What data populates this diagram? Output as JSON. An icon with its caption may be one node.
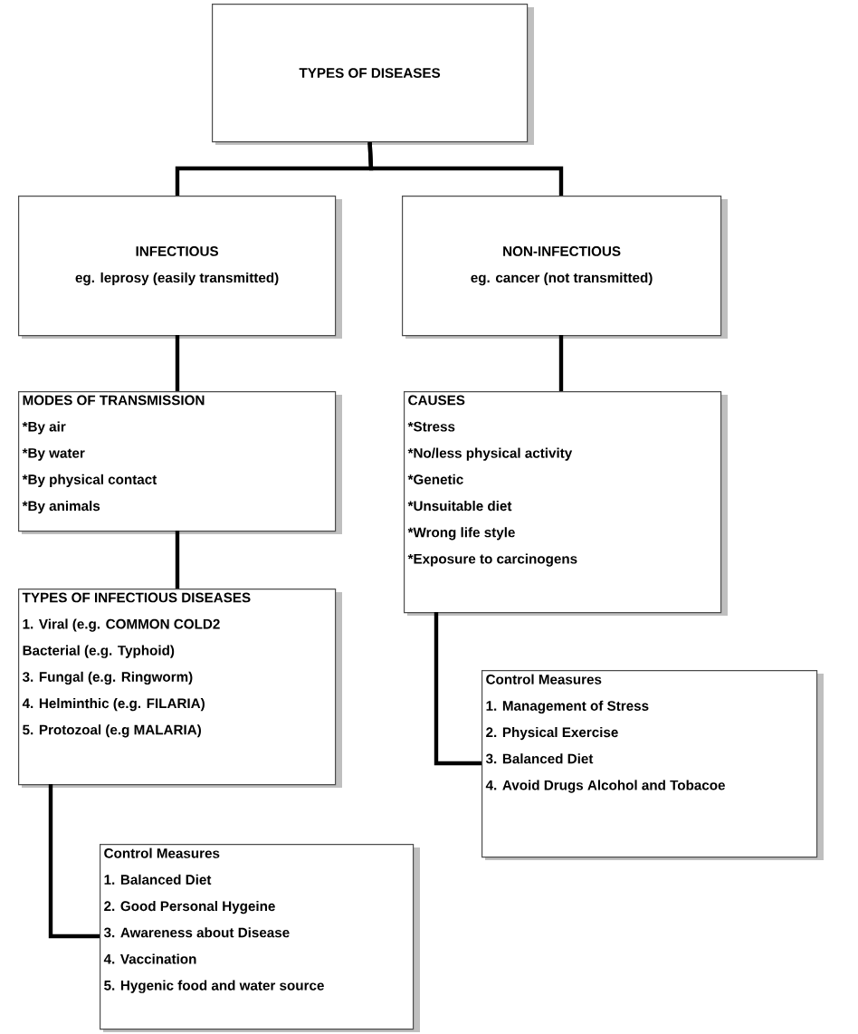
{
  "diagram": {
    "nodes": [
      {
        "text": [
          "TYPES OF DISEASES"
        ]
      },
      {
        "text": [
          "INFECTIOUS",
          "eg. leprosy (easily transmitted)"
        ]
      },
      {
        "text": [
          "NON-INFECTIOUS",
          "eg. cancer (not transmitted)"
        ]
      },
      {
        "text": [
          "MODES OF TRANSMISSION",
          "*By air",
          "*By water",
          "*By physical contact",
          "*By animals"
        ]
      },
      {
        "text": [
          "TYPES OF INFECTIOUS DISEASES",
          "1. Viral (e.g. COMMON COLD2",
          "Bacterial (e.g. Typhoid)",
          "3. Fungal (e.g. Ringworm)",
          "4. Helminthic (e.g. FILARIA)",
          "5. Protozoal (e.g MALARIA)"
        ]
      },
      {
        "text": [
          "Control Measures",
          "1.  Balanced Diet",
          "2.  Good Personal Hygeine",
          "3. Awareness about Disease",
          "4. Vaccination",
          "5. Hygenic food and water source"
        ]
      },
      {
        "text": [
          "CAUSES",
          "*Stress",
          "*No/less physical activity",
          "*Genetic",
          "*Unsuitable diet",
          "*Wrong life style",
          "*Exposure to carcinogens"
        ]
      },
      {
        "text": [
          "Control Measures",
          "1.  Management of Stress",
          "2.  Physical Exercise",
          "3. Balanced Diet",
          "4. Avoid Drugs Alcohol and Tobacoe"
        ]
      }
    ],
    "edges": [
      {
        "from": 0,
        "to": 1,
        "arrow": "none"
      },
      {
        "from": 0,
        "to": 2,
        "arrow": "none"
      },
      {
        "from": 1,
        "to": 3,
        "arrow": "none"
      },
      {
        "from": 3,
        "to": 4,
        "arrow": "none"
      },
      {
        "from": 4,
        "to": 5,
        "arrow": "none"
      },
      {
        "from": 2,
        "to": 6,
        "arrow": "none"
      },
      {
        "from": 6,
        "to": 7,
        "arrow": "none"
      }
    ]
  }
}
